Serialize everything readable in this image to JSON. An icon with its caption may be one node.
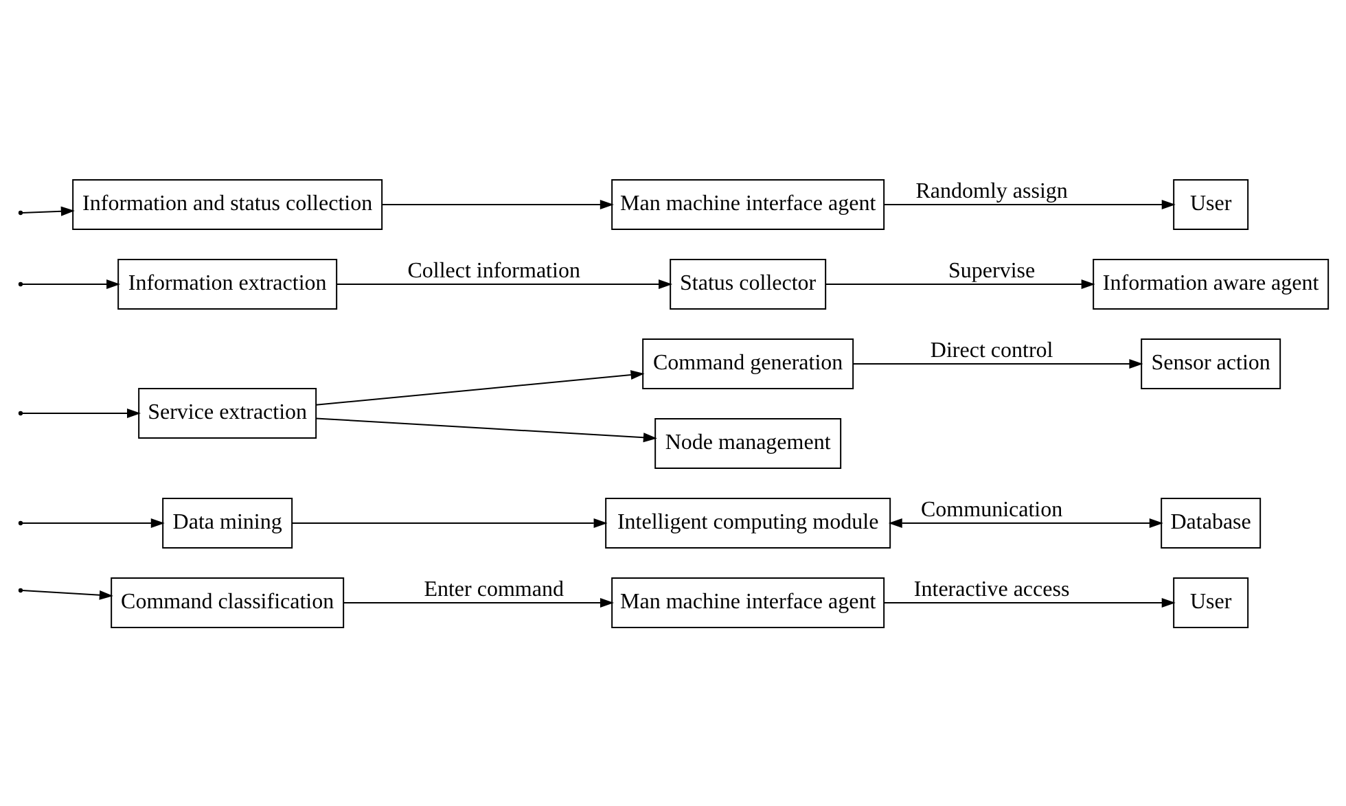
{
  "diagram": {
    "nodes": [
      {
        "text": [
          "Information and status collection"
        ]
      },
      {
        "text": [
          "Man machine interface agent"
        ]
      },
      {
        "text": [
          "User"
        ]
      },
      {
        "text": [
          "Information extraction"
        ]
      },
      {
        "text": [
          "Status collector"
        ]
      },
      {
        "text": [
          "Information aware agent"
        ]
      },
      {
        "text": [
          "Service extraction"
        ]
      },
      {
        "text": [
          "Command generation"
        ]
      },
      {
        "text": [
          "Sensor action"
        ]
      },
      {
        "text": [
          "Node management"
        ]
      },
      {
        "text": [
          "Data mining"
        ]
      },
      {
        "text": [
          "Intelligent computing module"
        ]
      },
      {
        "text": [
          "Database"
        ]
      },
      {
        "text": [
          "Command classification"
        ]
      },
      {
        "text": [
          "Man machine interface agent"
        ]
      },
      {
        "text": [
          "User"
        ]
      }
    ],
    "edges": [
      {
        "from": null,
        "to": 0,
        "arrow": "to"
      },
      {
        "from": null,
        "to": 3,
        "arrow": "to"
      },
      {
        "from": null,
        "to": 6,
        "arrow": "to"
      },
      {
        "from": null,
        "to": 10,
        "arrow": "to"
      },
      {
        "from": null,
        "to": 13,
        "arrow": "to"
      },
      {
        "from": 0,
        "to": 1,
        "arrow": "to"
      },
      {
        "from": 1,
        "to": 2,
        "arrow": "to",
        "label": "Randomly assign"
      },
      {
        "from": 3,
        "to": 4,
        "arrow": "to",
        "label": "Collect information"
      },
      {
        "from": 4,
        "to": 5,
        "arrow": "to",
        "label": "Supervise"
      },
      {
        "from": 6,
        "to": 7,
        "arrow": "to"
      },
      {
        "from": 6,
        "to": 9,
        "arrow": "to"
      },
      {
        "from": 7,
        "to": 8,
        "arrow": "to",
        "label": "Direct control"
      },
      {
        "from": 10,
        "to": 11,
        "arrow": "to"
      },
      {
        "from": 11,
        "to": 12,
        "arrow": "both",
        "label": "Communication"
      },
      {
        "from": 13,
        "to": 14,
        "arrow": "to",
        "label": "Enter command"
      },
      {
        "from": 14,
        "to": 15,
        "arrow": "to",
        "label": "Interactive access"
      }
    ]
  }
}
